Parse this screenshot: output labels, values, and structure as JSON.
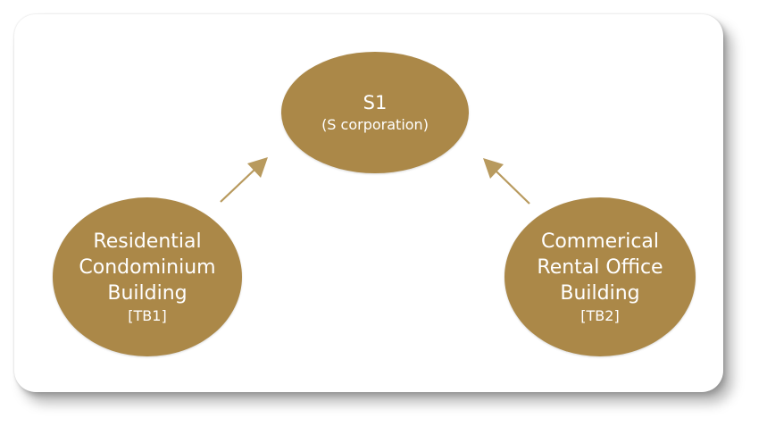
{
  "colors": {
    "node_fill": "#ab8848",
    "arrow": "#b89a5e",
    "card_bg": "#ffffff"
  },
  "nodes": {
    "s1": {
      "title": "S1",
      "subtitle": "(S corporation)"
    },
    "tb1": {
      "line1": "Residential",
      "line2": "Condominium",
      "line3": "Building",
      "tag": "[TB1]"
    },
    "tb2": {
      "line1": "Commerical",
      "line2": "Rental Office",
      "line3": "Building",
      "tag": "[TB2]"
    }
  },
  "edges": [
    {
      "from": "tb1",
      "to": "s1"
    },
    {
      "from": "tb2",
      "to": "s1"
    }
  ]
}
